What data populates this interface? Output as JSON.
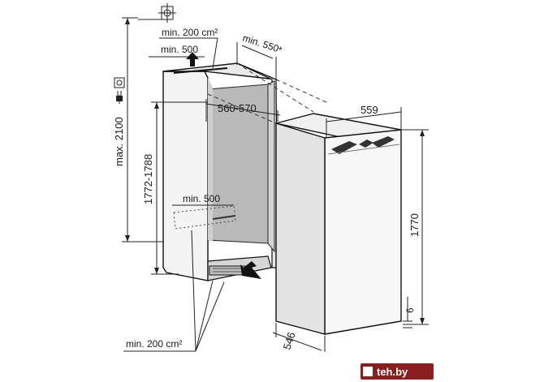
{
  "diagram": {
    "dimensions": {
      "vent_top_area": "min. 200 cm²",
      "top_clearance": "min. 500",
      "depth_niche": "min. 550",
      "depth_note": "*",
      "max_height": "max. 2100",
      "niche_width": "560-570",
      "appliance_width": "559",
      "niche_height": "1772-1788",
      "appliance_height": "1770",
      "bottom_clearance": "min. 500",
      "vent_bottom_area": "min. 200 cm²",
      "appliance_depth": "546",
      "plinth_gap": "6"
    },
    "watermark": "teh.by"
  }
}
